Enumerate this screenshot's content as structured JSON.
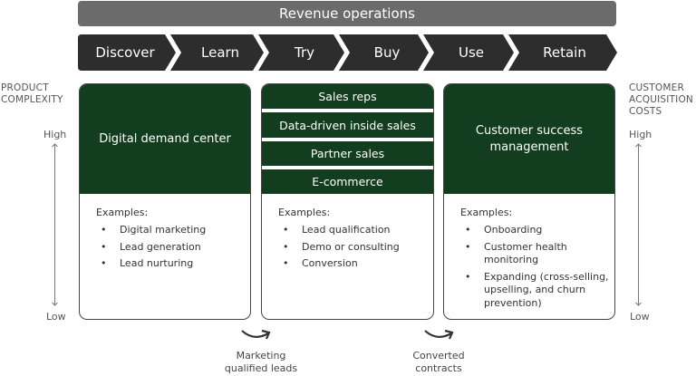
{
  "header": {
    "title": "Revenue operations"
  },
  "stages": [
    "Discover",
    "Learn",
    "Try",
    "Buy",
    "Use",
    "Retain"
  ],
  "left_axis": {
    "title_line1": "PRODUCT",
    "title_line2": "COMPLEXITY",
    "high": "High",
    "low": "Low"
  },
  "right_axis": {
    "title_line1": "CUSTOMER",
    "title_line2": "ACQUISITION",
    "title_line3": "COSTS",
    "high": "High",
    "low": "Low"
  },
  "cards": [
    {
      "title": "Digital demand center",
      "examples_label": "Examples:",
      "examples": [
        "Digital marketing",
        "Lead generation",
        "Lead nurturing"
      ]
    },
    {
      "channels": [
        "Sales reps",
        "Data-driven inside sales",
        "Partner sales",
        "E-commerce"
      ],
      "examples_label": "Examples:",
      "examples": [
        "Lead qualification",
        "Demo or consulting",
        "Conversion"
      ]
    },
    {
      "title_line1": "Customer success",
      "title_line2": "management",
      "examples_label": "Examples:",
      "examples": [
        "Onboarding",
        "Customer health monitoring",
        "Expanding (cross-selling, upselling, and churn prevention)"
      ]
    }
  ],
  "handoffs": [
    {
      "line1": "Marketing",
      "line2": "qualified leads"
    },
    {
      "line1": "Converted",
      "line2": "contracts"
    }
  ],
  "colors": {
    "green": "#133d1f",
    "dark": "#2d2d2d",
    "gray": "#6b6b6b"
  }
}
